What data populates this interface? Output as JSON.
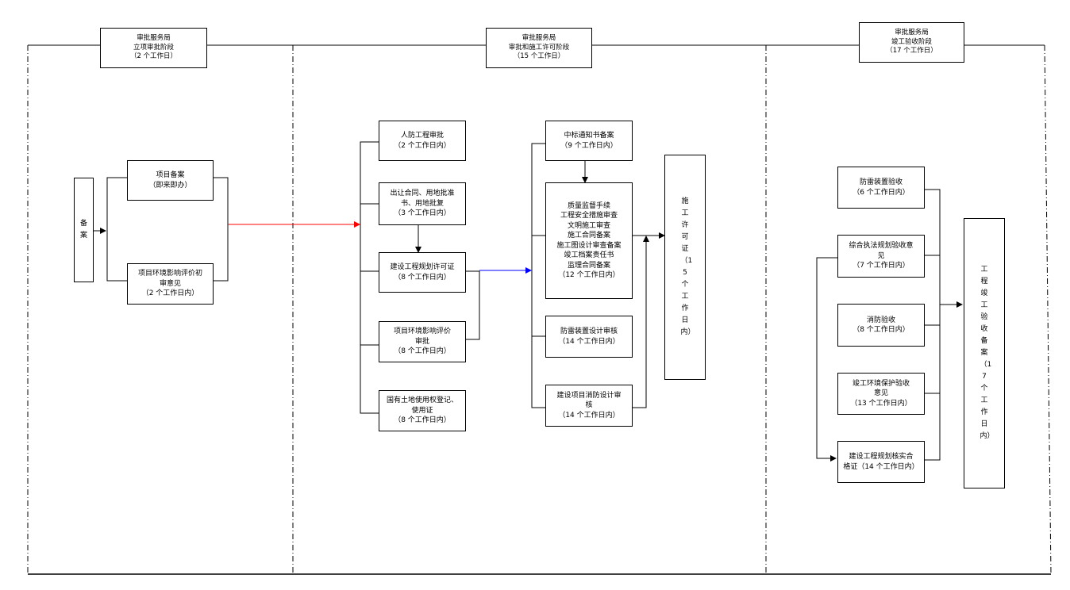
{
  "colors": {
    "stroke": "#000000",
    "red_arrow": "#ff0000",
    "blue_arrow": "#0000ff"
  },
  "headers": {
    "stage1": {
      "line1": "审批服务局",
      "line2": "立项审批阶段",
      "line3": "（2 个工作日）"
    },
    "stage2": {
      "line1": "审批服务局",
      "line2": "审批和施工许可阶段",
      "line3": "（15 个工作日）"
    },
    "stage3": {
      "line1": "审批服务局",
      "line2": "竣工验收阶段",
      "line3": "（17 个工作日）"
    }
  },
  "stage1": {
    "filing": {
      "label": "备案"
    },
    "project_filing": {
      "line1": "项目备案",
      "line2": "（即来即办）"
    },
    "env_opinion": {
      "line1": "项目环境影响评价初",
      "line2": "审意见",
      "line3": "（2 个工作日内）"
    }
  },
  "stage2": {
    "civil_defense": {
      "line1": "人防工程审批",
      "line2": "（2 个工作日内）"
    },
    "land_transfer": {
      "line1": "出让合同、用地批准",
      "line2": "书、用地批复",
      "line3": "（3 个工作日内）"
    },
    "planning_permit": {
      "line1": "建设工程规划许可证",
      "line2": "（8 个工作日内）"
    },
    "env_approval": {
      "line1": "项目环境影响评价",
      "line2": "审批",
      "line3": "（8 个工作日内）"
    },
    "land_certificate": {
      "line1": "国有土地使用权登记、",
      "line2": "使用证",
      "line3": "（8 个工作日内）"
    },
    "bid_notice": {
      "line1": "中标通知书备案",
      "line2": "（9 个工作日内）"
    },
    "quality_bundle": {
      "line1": "质量监督手续",
      "line2": "工程安全措施审查",
      "line3": "文明施工审查",
      "line4": "施工合同备案",
      "line5": "施工图设计审查备案",
      "line6": "竣工档案责任书",
      "line7": "监理合同备案",
      "line8": "（12 个工作日内）"
    },
    "lightning_design": {
      "line1": "防雷装置设计审核",
      "line2": "（14 个工作日内）"
    },
    "fire_design": {
      "line1": "建设项目消防设计审",
      "line2": "核",
      "line3": "（14 个工作日内）"
    },
    "construction_permit": {
      "label": "施工许可证（15个工作日内）"
    }
  },
  "stage3": {
    "lightning_acceptance": {
      "line1": "防雷装置验收",
      "line2": "（6 个工作日内）"
    },
    "law_enforcement": {
      "line1": "综合执法规划验收意",
      "line2": "见",
      "line3": "（7 个工作日内）"
    },
    "fire_acceptance": {
      "line1": "消防验收",
      "line2": "（8 个工作日内）"
    },
    "env_protection": {
      "line1": "竣工环境保护验收",
      "line2": "意见",
      "line3": "（13 个工作日内）"
    },
    "planning_verification": {
      "line1": "建设工程规划核实合",
      "line2": "格证（14 个工作日内）"
    },
    "completion_filing": {
      "label": "工程竣工验收备案（17个工作日内）"
    }
  }
}
